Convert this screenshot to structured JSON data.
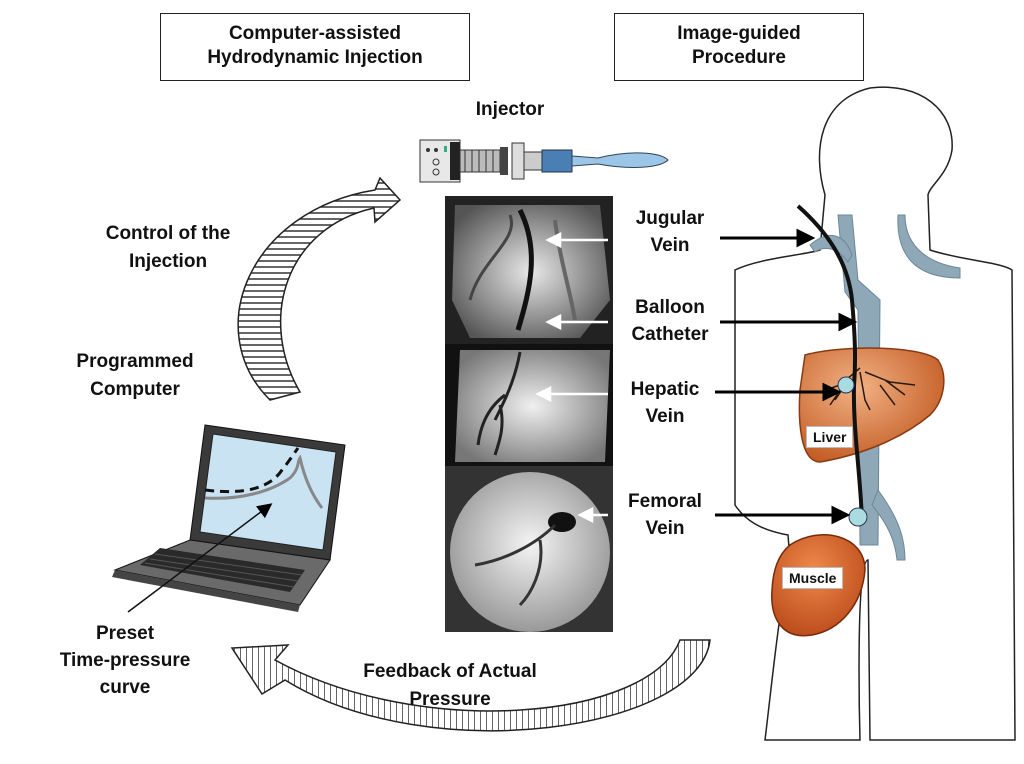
{
  "headers": {
    "left": [
      "Computer-assisted",
      "Hydrodynamic Injection"
    ],
    "right": [
      "Image-guided",
      "Procedure"
    ]
  },
  "labels": {
    "injector": "Injector",
    "control": [
      "Control of the",
      "Injection"
    ],
    "computer": [
      "Programmed",
      "Computer"
    ],
    "preset": [
      "Preset",
      "Time-pressure",
      "curve"
    ],
    "feedback": [
      "Feedback of Actual",
      "Pressure"
    ],
    "jugular": [
      "Jugular",
      "Vein"
    ],
    "balloon": [
      "Balloon",
      "Catheter"
    ],
    "hepatic": [
      "Hepatic",
      "Vein"
    ],
    "femoral": [
      "Femoral",
      "Vein"
    ],
    "liver": "Liver",
    "muscle": "Muscle"
  },
  "colors": {
    "organ": "#c8612a",
    "organ_light": "#e8a070",
    "vein": "#8fa8b8",
    "balloon": "#a8dce0",
    "screen": "#c9e3f3"
  }
}
